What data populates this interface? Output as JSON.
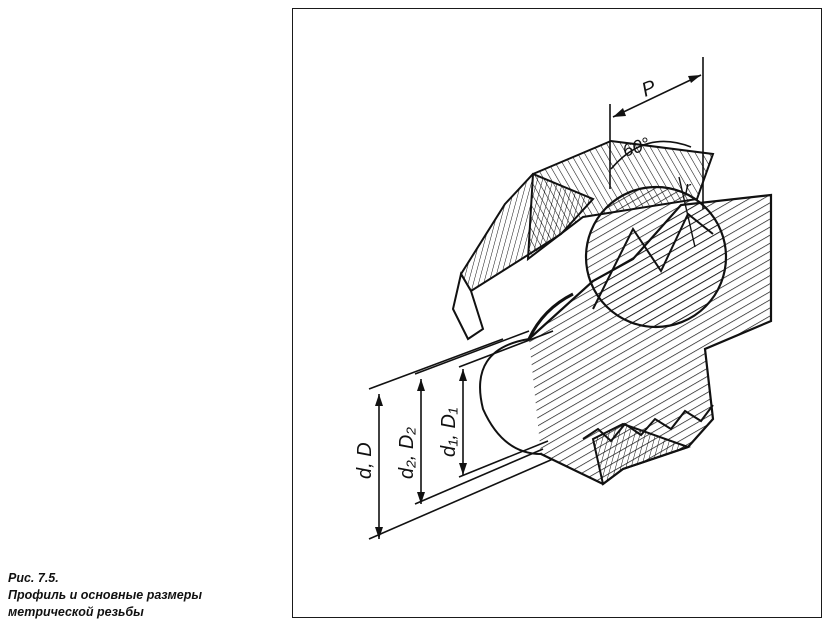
{
  "caption": {
    "number": "Рис. 7.5.",
    "line1": "Профиль и основные размеры",
    "line2": "метрической резьбы"
  },
  "figure": {
    "labels": {
      "pitch": "P",
      "angle": "60°",
      "radius": "r",
      "major": "d, D",
      "pitch_diameter": "d₂, D₂",
      "minor": "d₁, D₁"
    }
  }
}
